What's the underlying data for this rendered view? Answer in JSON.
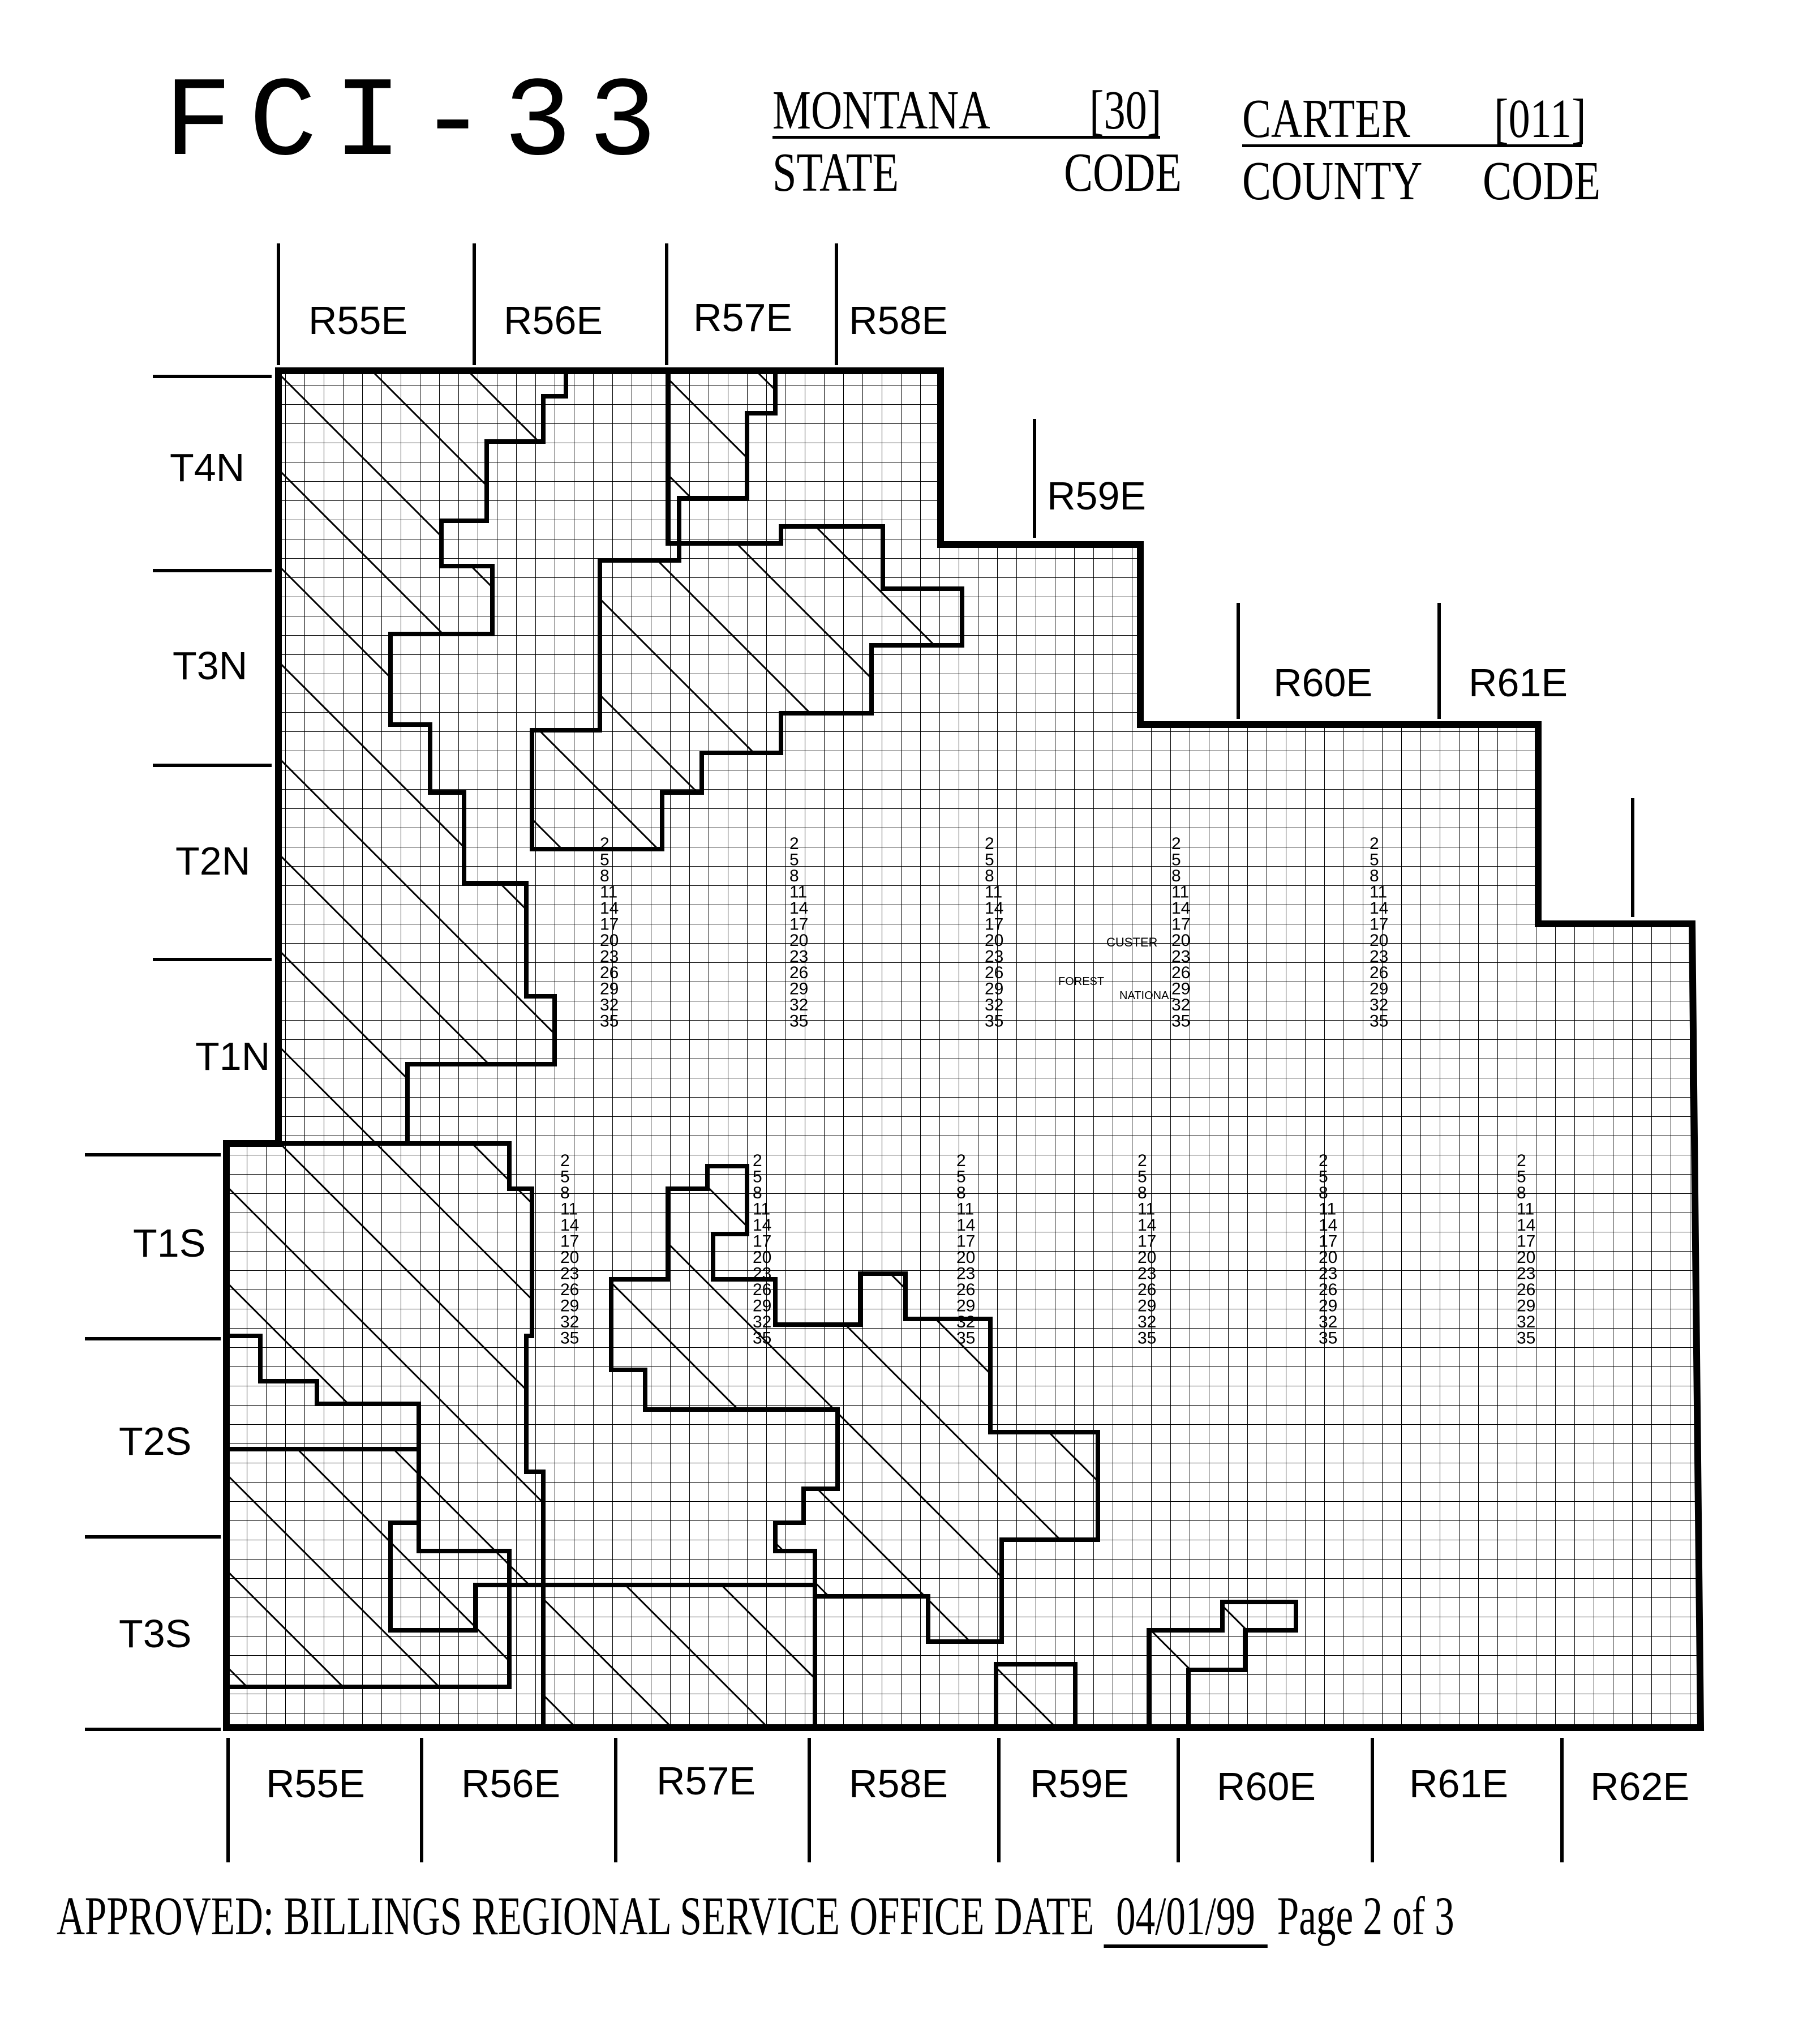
{
  "header": {
    "title": "FCI-33",
    "state_name": "MONTANA",
    "state_code": "[30]",
    "state_label": "STATE",
    "state_code_label": "CODE",
    "county_name": "CARTER",
    "county_code": "[011]",
    "county_label": "COUNTY",
    "county_code_label": "CODE"
  },
  "map": {
    "top_ranges": [
      "R55E",
      "R56E",
      "R57E",
      "R58E",
      "R59E",
      "R60E",
      "R61E"
    ],
    "bottom_ranges": [
      "R55E",
      "R56E",
      "R57E",
      "R58E",
      "R59E",
      "R60E",
      "R61E",
      "R62E"
    ],
    "townships": [
      "T4N",
      "T3N",
      "T2N",
      "T1N",
      "T1S",
      "T2S",
      "T3S"
    ],
    "section_numbers": [
      "2",
      "5",
      "8",
      "11",
      "14",
      "17",
      "20",
      "23",
      "26",
      "29",
      "32",
      "35"
    ],
    "place_labels": [
      "CUSTER",
      "NATIONAL",
      "FOREST"
    ]
  },
  "footer": {
    "approved_text": "APPROVED: BILLINGS REGIONAL SERVICE OFFICE DATE",
    "date": "04/01/99",
    "page": "Page 2 of 3"
  }
}
